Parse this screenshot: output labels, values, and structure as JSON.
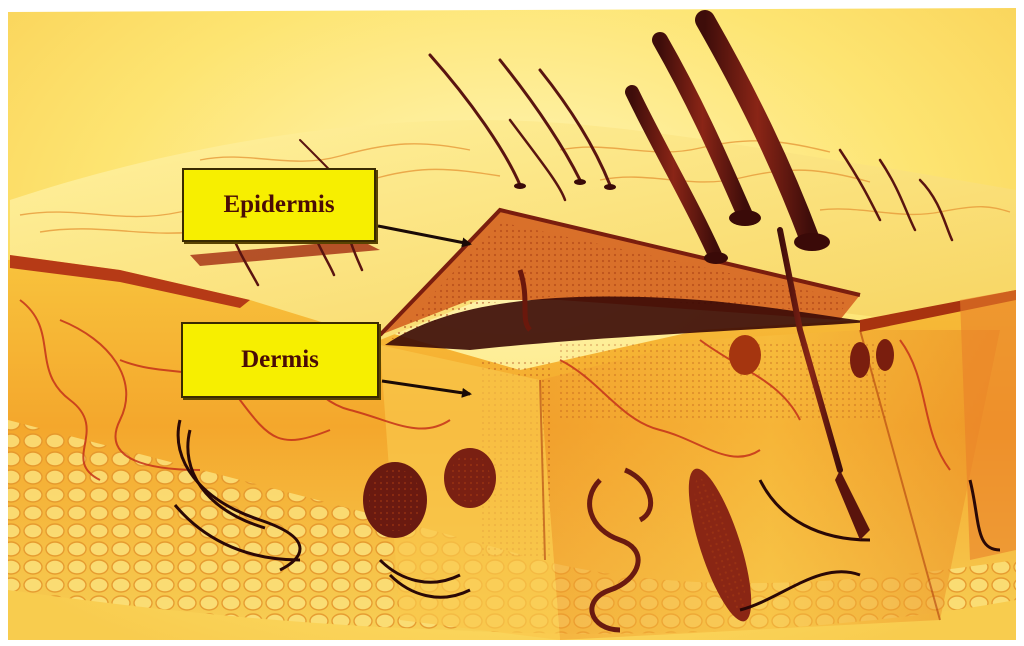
{
  "labels": {
    "epidermis": "Epidermis",
    "dermis": "Dermis"
  },
  "colors": {
    "label_fill": "#f7ef00",
    "label_text": "#4a0c06",
    "tissue_light": "#fce76a",
    "tissue_mid": "#f3b53a",
    "tissue_dark": "#b83a14",
    "hair": "#5a1410",
    "arrow": "#1a0a06"
  },
  "structures": [
    "hair-shafts",
    "epidermis-layer",
    "dermis-layer",
    "sweat-glands",
    "blood-vessels",
    "nerves",
    "hair-follicles",
    "fat-tissue"
  ]
}
